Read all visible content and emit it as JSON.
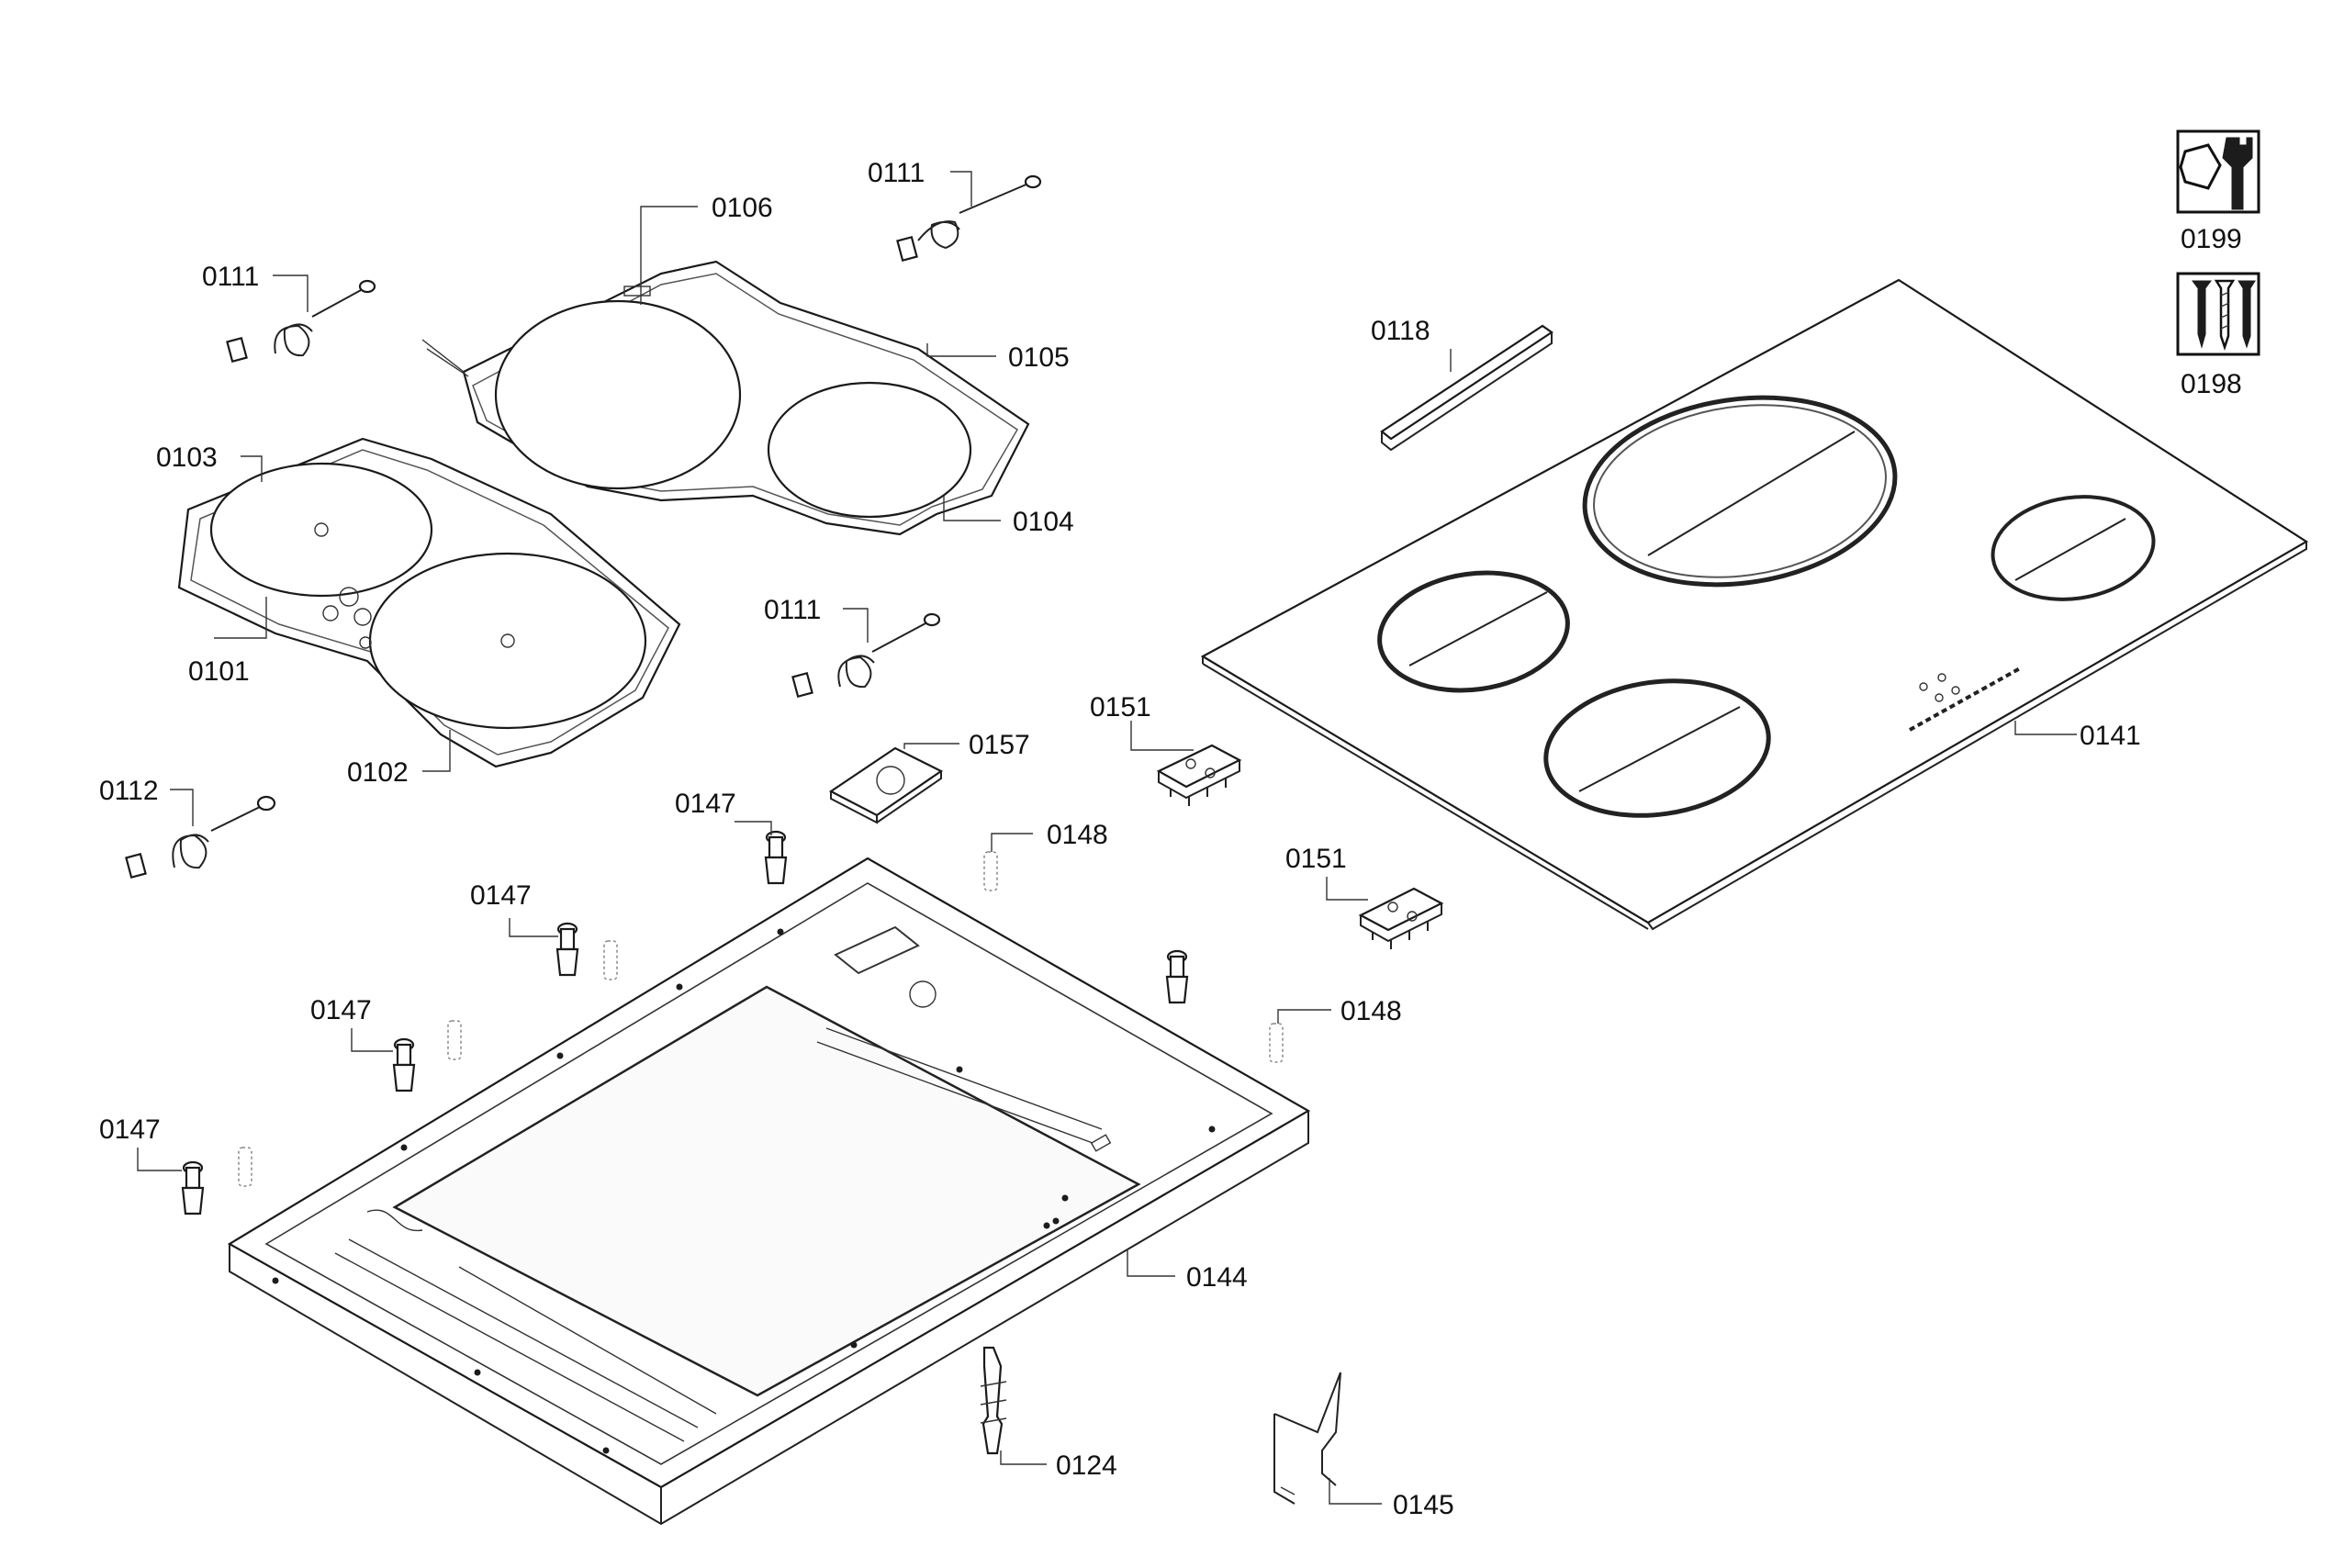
{
  "labels": {
    "p0101": "0101",
    "p0102": "0102",
    "p0103": "0103",
    "p0104": "0104",
    "p0105": "0105",
    "p0106": "0106",
    "p0111a": "0111",
    "p0111b": "0111",
    "p0111c": "0111",
    "p0112": "0112",
    "p0118": "0118",
    "p0124": "0124",
    "p0141": "0141",
    "p0144": "0144",
    "p0145": "0145",
    "p0147a": "0147",
    "p0147b": "0147",
    "p0147c": "0147",
    "p0147d": "0147",
    "p0148a": "0148",
    "p0148b": "0148",
    "p0151a": "0151",
    "p0151b": "0151",
    "p0157": "0157",
    "p0198": "0198",
    "p0199": "0199"
  },
  "icons": {
    "p0199": "nut-and-wrench-icon",
    "p0198": "screws-icon"
  }
}
